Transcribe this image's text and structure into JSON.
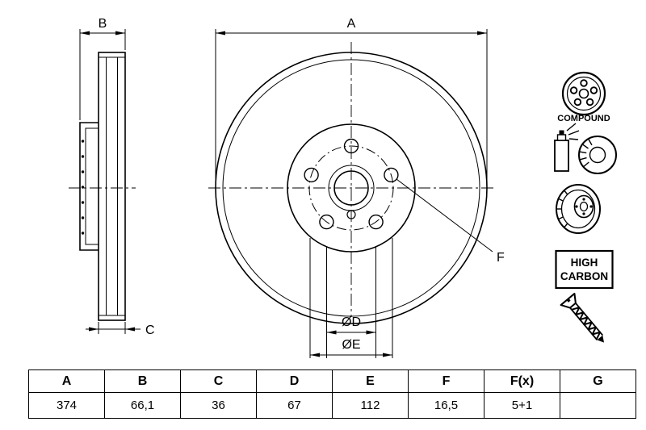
{
  "drawing": {
    "labels": {
      "a": "A",
      "b": "B",
      "c": "C",
      "d": "ØD",
      "e": "ØE",
      "f": "F"
    }
  },
  "badges": {
    "compound": "COMPOUND",
    "high_carbon": [
      "HIGH",
      "CARBON"
    ]
  },
  "table": {
    "headers": [
      "A",
      "B",
      "C",
      "D",
      "E",
      "F",
      "F(x)",
      "G"
    ],
    "values": [
      "374",
      "66,1",
      "36",
      "67",
      "112",
      "16,5",
      "5+1",
      ""
    ]
  },
  "colors": {
    "line": "#000000",
    "background": "#ffffff"
  }
}
